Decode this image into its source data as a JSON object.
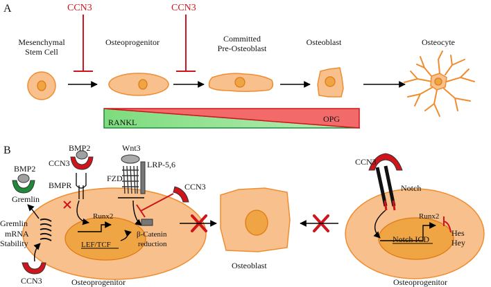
{
  "panel_a": {
    "label": "A",
    "ccn3_1": "CCN3",
    "ccn3_2": "CCN3",
    "stages": [
      {
        "line1": "Mesenchymal",
        "line2": "Stem Cell"
      },
      {
        "line1": "Osteoprogenitor",
        "line2": ""
      },
      {
        "line1": "Committed",
        "line2": "Pre-Osteoblast"
      },
      {
        "line1": "Osteoblast",
        "line2": ""
      },
      {
        "line1": "Osteocyte",
        "line2": ""
      }
    ],
    "rankl": "RANKL",
    "opg": "OPG"
  },
  "panel_b": {
    "label": "B",
    "left": {
      "bmp2_top": "BMP2",
      "ccn3_top": "CCN3",
      "bmpr": "BMPR",
      "wnt3": "Wnt3",
      "fzd": "FZD",
      "lrp": "LRP-5,6",
      "ccn3_right": "CCN3",
      "bmp2_left": "BMP2",
      "gremlin": "Gremlin",
      "gremlin_mrna": [
        "Gremlin",
        "mRNA",
        "Stability"
      ],
      "ccn3_bottom": "CCN3",
      "runx2": "Runx2",
      "lef_tcf": "LEF/TCF",
      "beta_catenin": "β-Catenin",
      "reduction": "reduction",
      "cell_label": "Osteoprogenitor"
    },
    "middle": {
      "cell_label": "Osteoblast"
    },
    "right": {
      "ccn3": "CCN3",
      "notch": "Notch",
      "runx2": "Runx2",
      "hes": "Hes",
      "hey": "Hey",
      "notch_icd": "Notch ICD",
      "cell_label": "Osteoprogenitor"
    }
  },
  "colors": {
    "ccn3_red": "#d0141b",
    "cell_fill": "#f7c08d",
    "cell_stroke": "#f08c2e",
    "nucleus": "#f0a544",
    "rankl_green": "#7ddc7d",
    "opg_red": "#f26a6a",
    "gremlin_green": "#1f8a3a"
  }
}
